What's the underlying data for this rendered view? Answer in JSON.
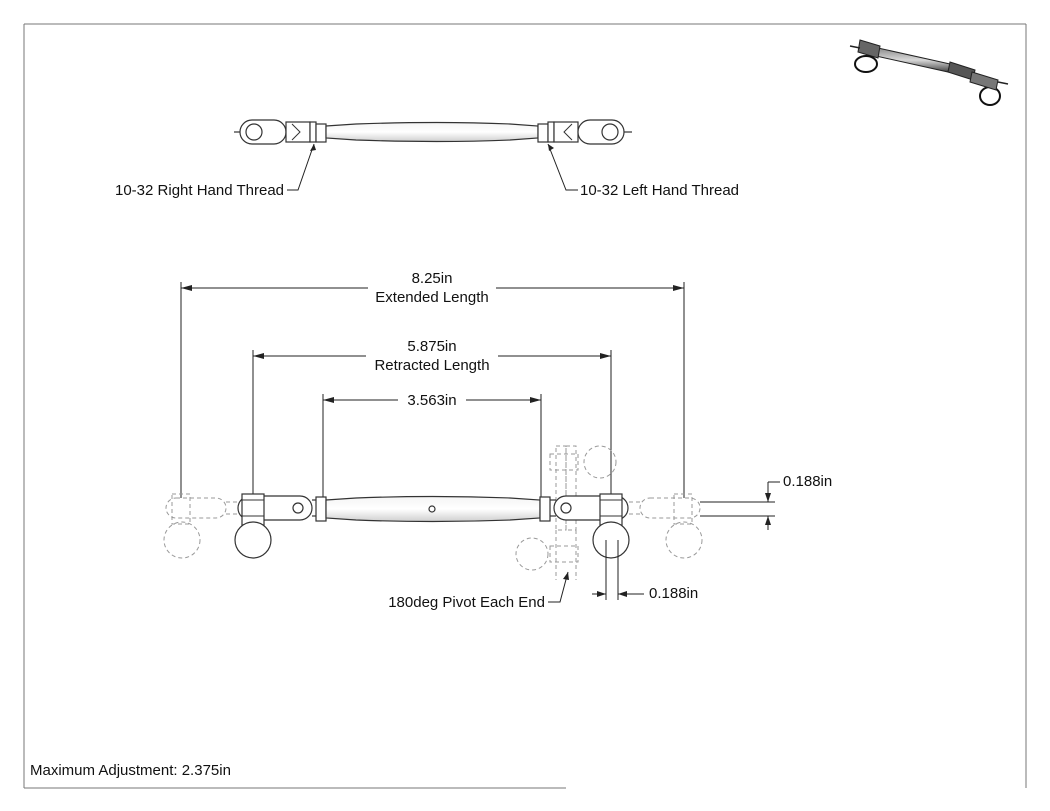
{
  "top_view": {
    "right_thread_label": "10-32 Right Hand Thread",
    "left_thread_label": "10-32 Left Hand Thread"
  },
  "dimensions": {
    "extended_value": "8.25in",
    "extended_label": "Extended Length",
    "retracted_value": "5.875in",
    "retracted_label": "Retracted Length",
    "body_value": "3.563in",
    "pin_offset_value": "0.188in",
    "pin_width_value": "0.188in"
  },
  "notes": {
    "pivot_label": "180deg Pivot Each End",
    "max_adjustment": "Maximum Adjustment: 2.375in"
  }
}
